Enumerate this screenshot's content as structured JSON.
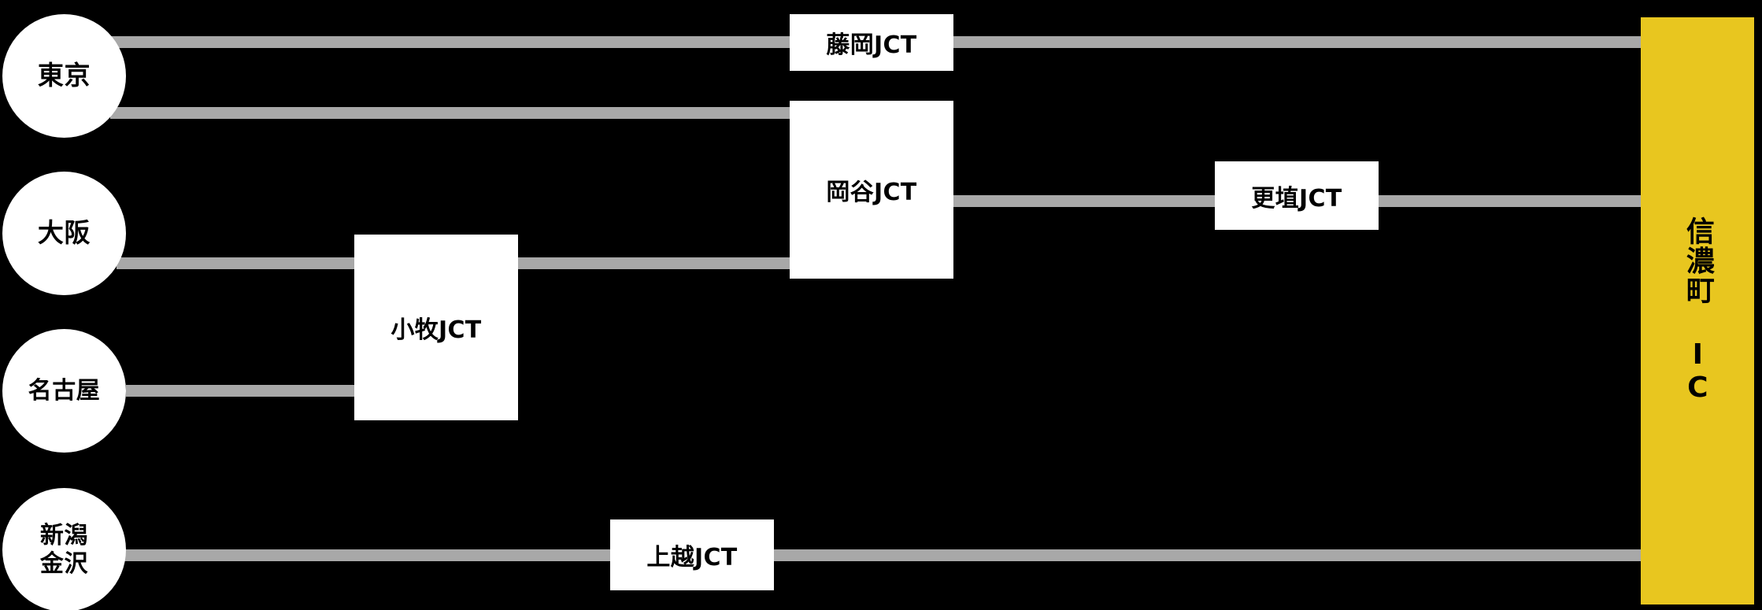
{
  "diagram": {
    "title": "信濃町ICへのアクセス経路図",
    "background_color": "#000000",
    "line_color": "#a8a8a8",
    "node_fill": "#ffffff",
    "destination_fill": "#e8c61f",
    "text_color": "#000000"
  },
  "origins": [
    {
      "id": "tokyo",
      "label": "東京"
    },
    {
      "id": "osaka",
      "label": "大阪"
    },
    {
      "id": "nagoya",
      "label": "名古屋"
    },
    {
      "id": "niigata",
      "label": "新潟\n金沢"
    }
  ],
  "junctions": [
    {
      "id": "komaki",
      "label": "小牧JCT"
    },
    {
      "id": "fujioka",
      "label": "藤岡JCT"
    },
    {
      "id": "okaya",
      "label": "岡谷JCT"
    },
    {
      "id": "koshoku",
      "label": "更埴JCT"
    },
    {
      "id": "joetsu",
      "label": "上越JCT"
    }
  ],
  "destination": {
    "id": "shinanomachi",
    "label": "信濃町\nIC",
    "label_plain": "信濃町IC"
  },
  "links": [
    {
      "id": "tokyo-fujioka",
      "from": "東京",
      "to": "藤岡JCT"
    },
    {
      "id": "fujioka-dest",
      "from": "藤岡JCT",
      "to": "信濃町IC"
    },
    {
      "id": "tokyo-okaya",
      "from": "東京",
      "to": "岡谷JCT"
    },
    {
      "id": "osaka-komaki",
      "from": "大阪",
      "to": "小牧JCT"
    },
    {
      "id": "komaki-okaya",
      "from": "小牧JCT",
      "to": "岡谷JCT"
    },
    {
      "id": "okaya-koshoku",
      "from": "岡谷JCT",
      "to": "更埴JCT"
    },
    {
      "id": "koshoku-dest",
      "from": "更埴JCT",
      "to": "信濃町IC"
    },
    {
      "id": "nagoya-komaki",
      "from": "名古屋",
      "to": "小牧JCT"
    },
    {
      "id": "niigata-joetsu",
      "from": "新潟金沢",
      "to": "上越JCT"
    },
    {
      "id": "joetsu-dest",
      "from": "上越JCT",
      "to": "信濃町IC"
    }
  ]
}
